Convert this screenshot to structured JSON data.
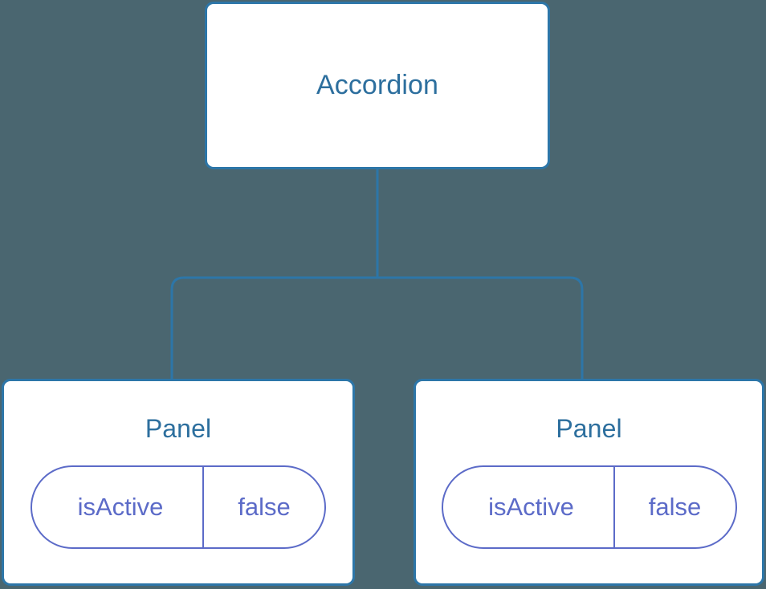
{
  "diagram": {
    "type": "component-tree",
    "background_color": "#4a6670",
    "node_border_color": "#2d76a8",
    "node_title_color": "#2d6f9e",
    "prop_color": "#5c6bc8",
    "connector_color": "#2d76a8",
    "root": {
      "title": "Accordion"
    },
    "children": [
      {
        "title": "Panel",
        "props": [
          {
            "key": "isActive",
            "value": "false"
          }
        ]
      },
      {
        "title": "Panel",
        "props": [
          {
            "key": "isActive",
            "value": "false"
          }
        ]
      }
    ]
  }
}
